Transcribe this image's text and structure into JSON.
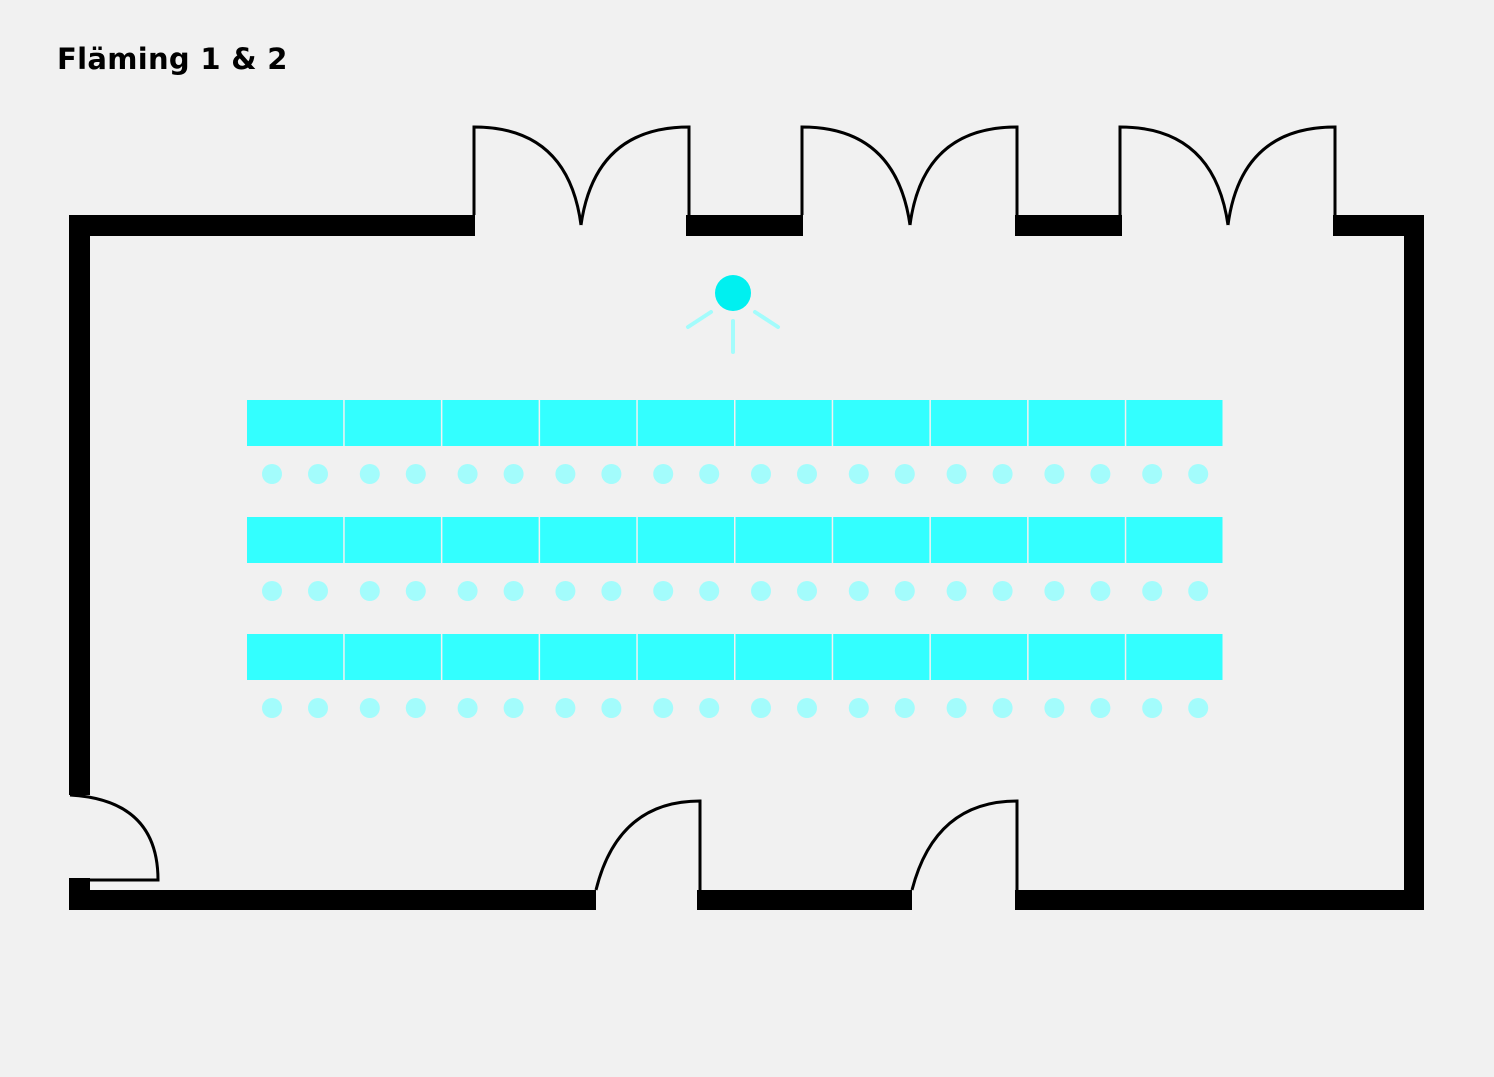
{
  "title": "Fläming 1 & 2",
  "layout": {
    "style": "classroom",
    "table_rows": 3,
    "tables_per_row": 10,
    "seats_per_row": 20,
    "speaker_position": "front-center"
  },
  "colors": {
    "background": "#f1f1f1",
    "wall": "#000000",
    "table": "#33ffff",
    "seat": "#a3fcfc",
    "speaker": "#00f0f0",
    "speaker_rays": "#a3fcfc"
  },
  "icons": {
    "speaker": "speaker-icon",
    "door": "door-icon"
  }
}
